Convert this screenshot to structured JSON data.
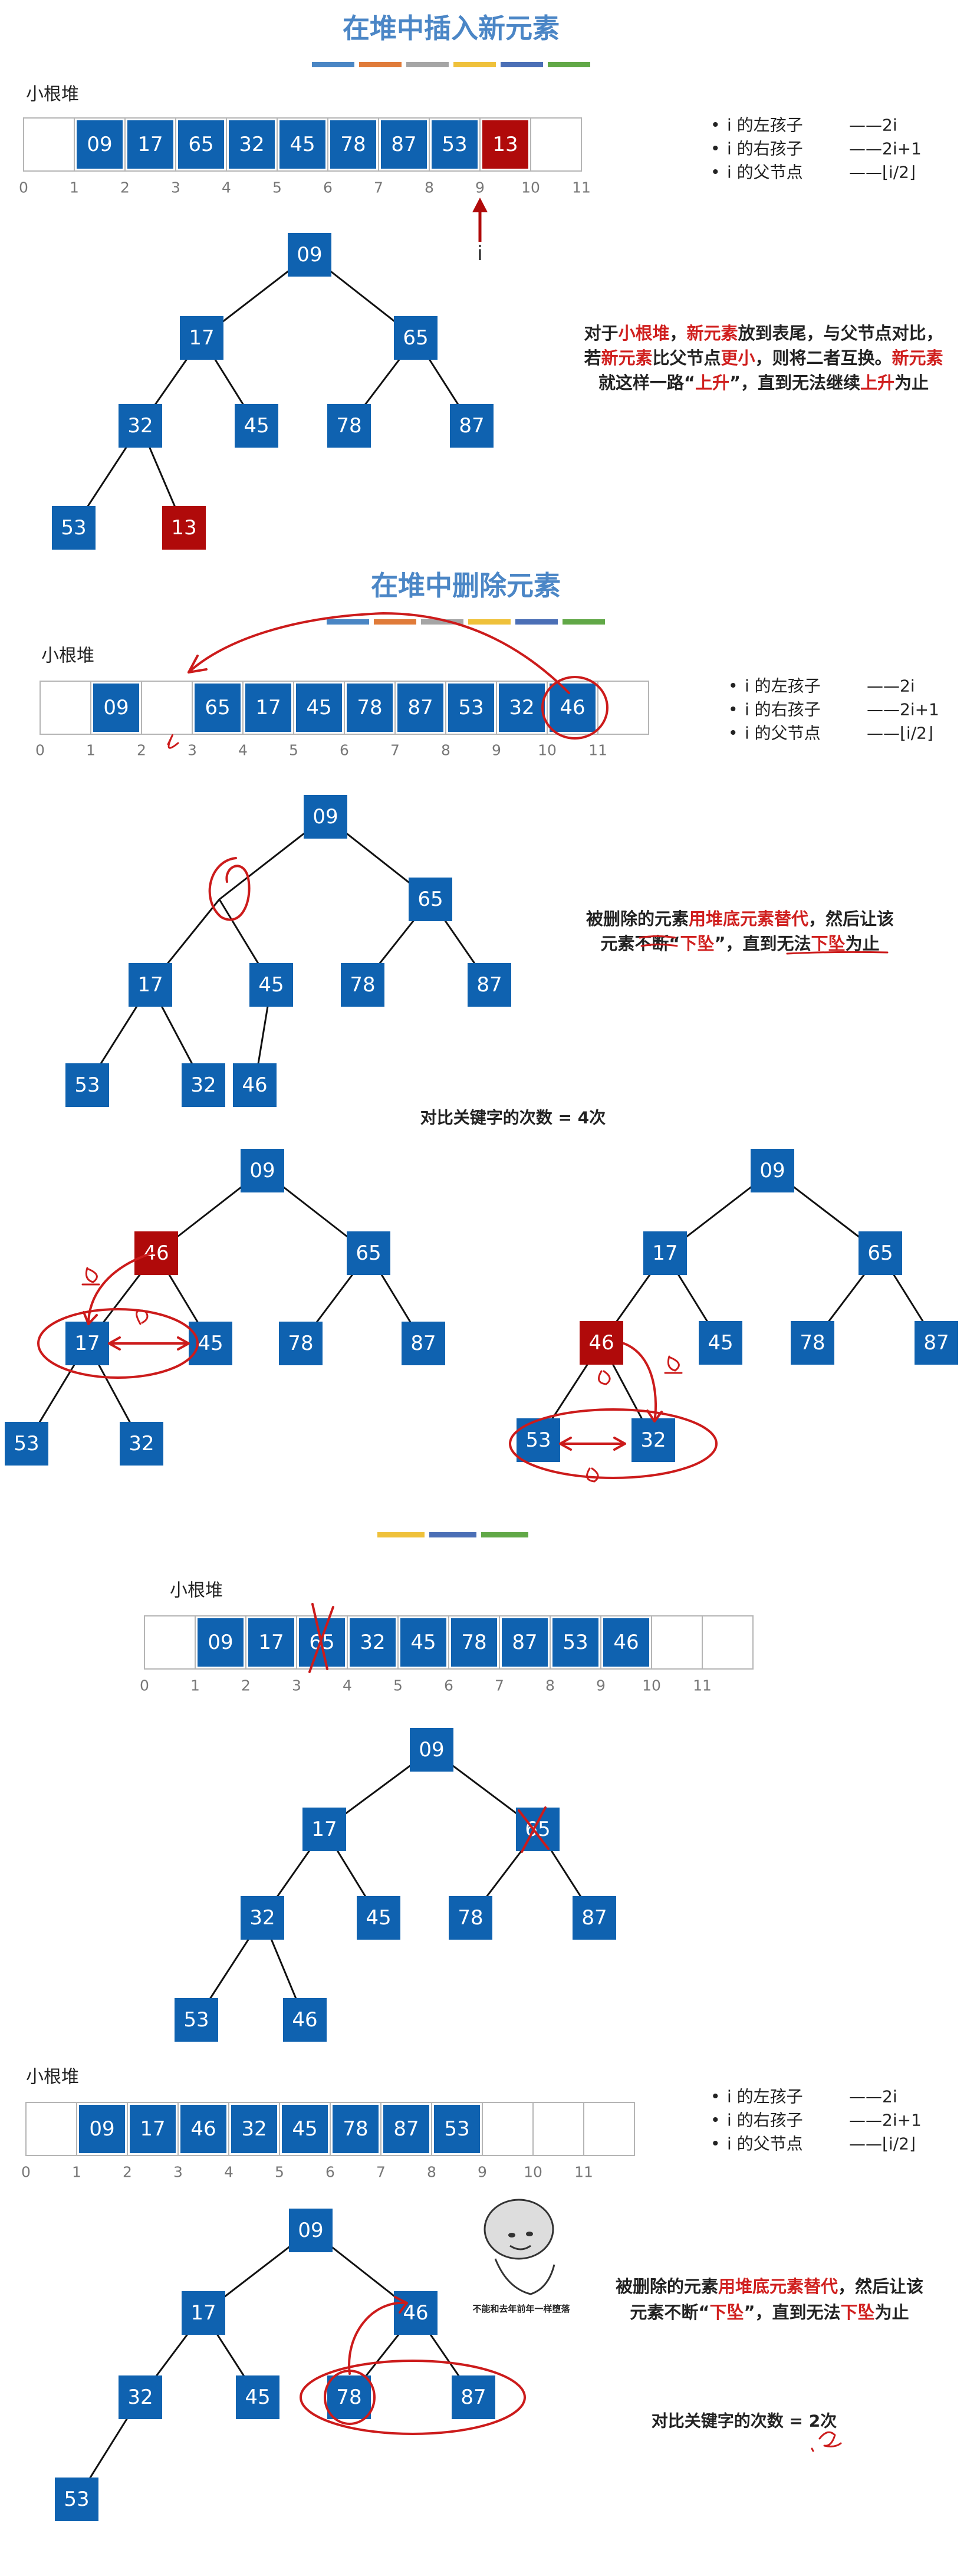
{
  "colors": {
    "blue": "#0f62b0",
    "red": "#b00a0a",
    "title": "#4b86c6",
    "ink": "#cc1b1b",
    "cellBorder": "#b5b5b5",
    "index": "#777",
    "hl": "#d0201f",
    "wave": [
      "#4a86c4",
      "#e07b39",
      "#a5a5a5",
      "#efc13b",
      "#4b6fb6",
      "#61a847"
    ]
  },
  "sections": [
    {
      "title": "在堆中插入新元素",
      "arrays": [
        {
          "label": "小根堆",
          "cells": [
            "",
            "09",
            "17",
            "65",
            "32",
            "45",
            "78",
            "87",
            "53",
            "13",
            ""
          ],
          "indices": [
            "0",
            "1",
            "2",
            "3",
            "4",
            "5",
            "6",
            "7",
            "8",
            "9",
            "10",
            "11"
          ],
          "highlight": [
            9
          ],
          "pointer": "i"
        }
      ],
      "legend": [
        [
          "i 的左孩子",
          "——2i"
        ],
        [
          "i 的右孩子",
          "——2i+1"
        ],
        [
          "i 的父节点",
          "——⌊i/2⌋"
        ]
      ],
      "note": [
        "对于小根堆，新元素放到表尾，与父节点对比，",
        "若新元素比父节点更小，则将二者互换。新元素",
        "就这样一路“上升”，直到无法继续上升为止"
      ],
      "trees": [
        {
          "nodes": [
            "09",
            "17",
            "65",
            "32",
            "45",
            "78",
            "87",
            "53",
            "13"
          ],
          "red": [
            8
          ]
        }
      ]
    },
    {
      "title": "在堆中删除元素",
      "arrays": [
        {
          "label": "小根堆",
          "cells": [
            "",
            "09",
            "",
            "65",
            "17",
            "45",
            "78",
            "87",
            "53",
            "32",
            "46",
            ""
          ],
          "indices": [
            "0",
            "1",
            "2",
            "3",
            "4",
            "5",
            "6",
            "7",
            "8",
            "9",
            "10",
            "11"
          ]
        }
      ],
      "legend": [
        [
          "i 的左孩子",
          "——2i"
        ],
        [
          "i 的右孩子",
          "——2i+1"
        ],
        [
          "i 的父节点",
          "——⌊i/2⌋"
        ]
      ],
      "note": [
        "被删除的元素用堆底元素替代，然后让该",
        "元素不断“下坠”，直到无法下坠为止"
      ],
      "compare": "对比关键字的次数 = 4次",
      "trees": [
        {
          "nodes": [
            "09",
            "",
            "65",
            "17",
            "45",
            "78",
            "87",
            "53",
            "32",
            "46"
          ]
        },
        {
          "nodes": [
            "09",
            "46",
            "65",
            "17",
            "45",
            "78",
            "87",
            "53",
            "32"
          ],
          "red": [
            1
          ]
        },
        {
          "nodes": [
            "09",
            "17",
            "65",
            "46",
            "45",
            "78",
            "87",
            "53",
            "32"
          ],
          "red": [
            3
          ]
        }
      ]
    },
    {
      "arrays": [
        {
          "label": "小根堆",
          "cells": [
            "",
            "09",
            "17",
            "65",
            "32",
            "45",
            "78",
            "87",
            "53",
            "46",
            "",
            ""
          ],
          "indices": [
            "0",
            "1",
            "2",
            "3",
            "4",
            "5",
            "6",
            "7",
            "8",
            "9",
            "10",
            "11"
          ]
        },
        {
          "label": "小根堆",
          "cells": [
            "",
            "09",
            "17",
            "46",
            "32",
            "45",
            "78",
            "87",
            "53",
            "",
            "",
            ""
          ],
          "indices": [
            "0",
            "1",
            "2",
            "3",
            "4",
            "5",
            "6",
            "7",
            "8",
            "9",
            "10",
            "11"
          ]
        }
      ],
      "legend": [
        [
          "i 的左孩子",
          "——2i"
        ],
        [
          "i 的右孩子",
          "——2i+1"
        ],
        [
          "i 的父节点",
          "——⌊i/2⌋"
        ]
      ],
      "note": [
        "被删除的元素用堆底元素替代，然后让该",
        "元素不断“下坠”，直到无法下坠为止"
      ],
      "sticker": "不能和去年前年一样堕落",
      "compare": "对比关键字的次数 = 2次",
      "trees": [
        {
          "nodes": [
            "09",
            "17",
            "65",
            "32",
            "45",
            "78",
            "87",
            "53",
            "46"
          ]
        },
        {
          "nodes": [
            "09",
            "17",
            "46",
            "32",
            "45",
            "78",
            "87",
            "53"
          ]
        }
      ]
    }
  ]
}
